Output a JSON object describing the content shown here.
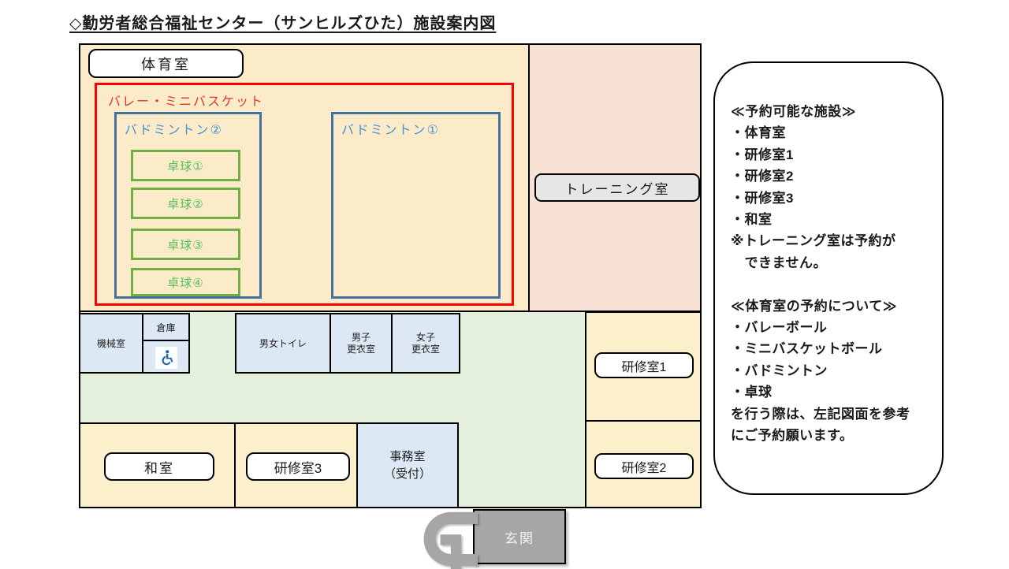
{
  "title": "◇勤労者総合福祉センター（サンヒルズひた）施設案内図",
  "map": {
    "gym": "体育室",
    "court_area": "バレー・ミニバスケット",
    "badminton2": "バドミントン②",
    "badminton1": "バドミントン①",
    "table_tennis": [
      "卓球①",
      "卓球②",
      "卓球③",
      "卓球④"
    ],
    "training_room": "トレーニング室",
    "machine_room": "機械室",
    "storage": "倉庫",
    "toilet": "男女トイレ",
    "mens_locker_l1": "男子",
    "mens_locker_l2": "更衣室",
    "womens_locker_l1": "女子",
    "womens_locker_l2": "更衣室",
    "seminar1": "研修室1",
    "seminar2": "研修室2",
    "seminar3": "研修室3",
    "japanese_room": "和室",
    "office_l1": "事務室",
    "office_l2": "（受付）",
    "entrance": "玄関"
  },
  "icons": {
    "wheelchair": "wheelchair-accessible-icon",
    "entrance_arrow": "u-turn-entrance-arrow-icon"
  },
  "info_panel": {
    "lines": [
      "≪予約可能な施設≫",
      "・体育室",
      "・研修室1",
      "・研修室2",
      "・研修室3",
      "・和室",
      "※トレーニング室は予約が",
      "　できません。",
      "",
      "≪体育室の予約について≫",
      "・バレーボール",
      "・ミニバスケットボール",
      "・バドミントン",
      "・卓球",
      "を行う際は、左記図面を参考",
      "にご予約願います。"
    ]
  },
  "colors": {
    "gym_fill": "#FBEBC9",
    "training_fill": "#F8E2D6",
    "corridor_fill": "#E4F0DB",
    "room_yellow_fill": "#FCEFCB",
    "blue_room_fill": "#DCE8F4",
    "court_border_red": "#FF0000",
    "court_text_red": "#E0352A",
    "badminton_border_blue": "#41719C",
    "badminton_text_blue": "#4493CE",
    "table_tennis_green": "#70AD47",
    "table_tennis_text_green": "#53C161",
    "entrance_gray": "#A6A6A6",
    "label_gray": "#E7E6E6",
    "wheelchair_blue": "#1C63B7"
  }
}
